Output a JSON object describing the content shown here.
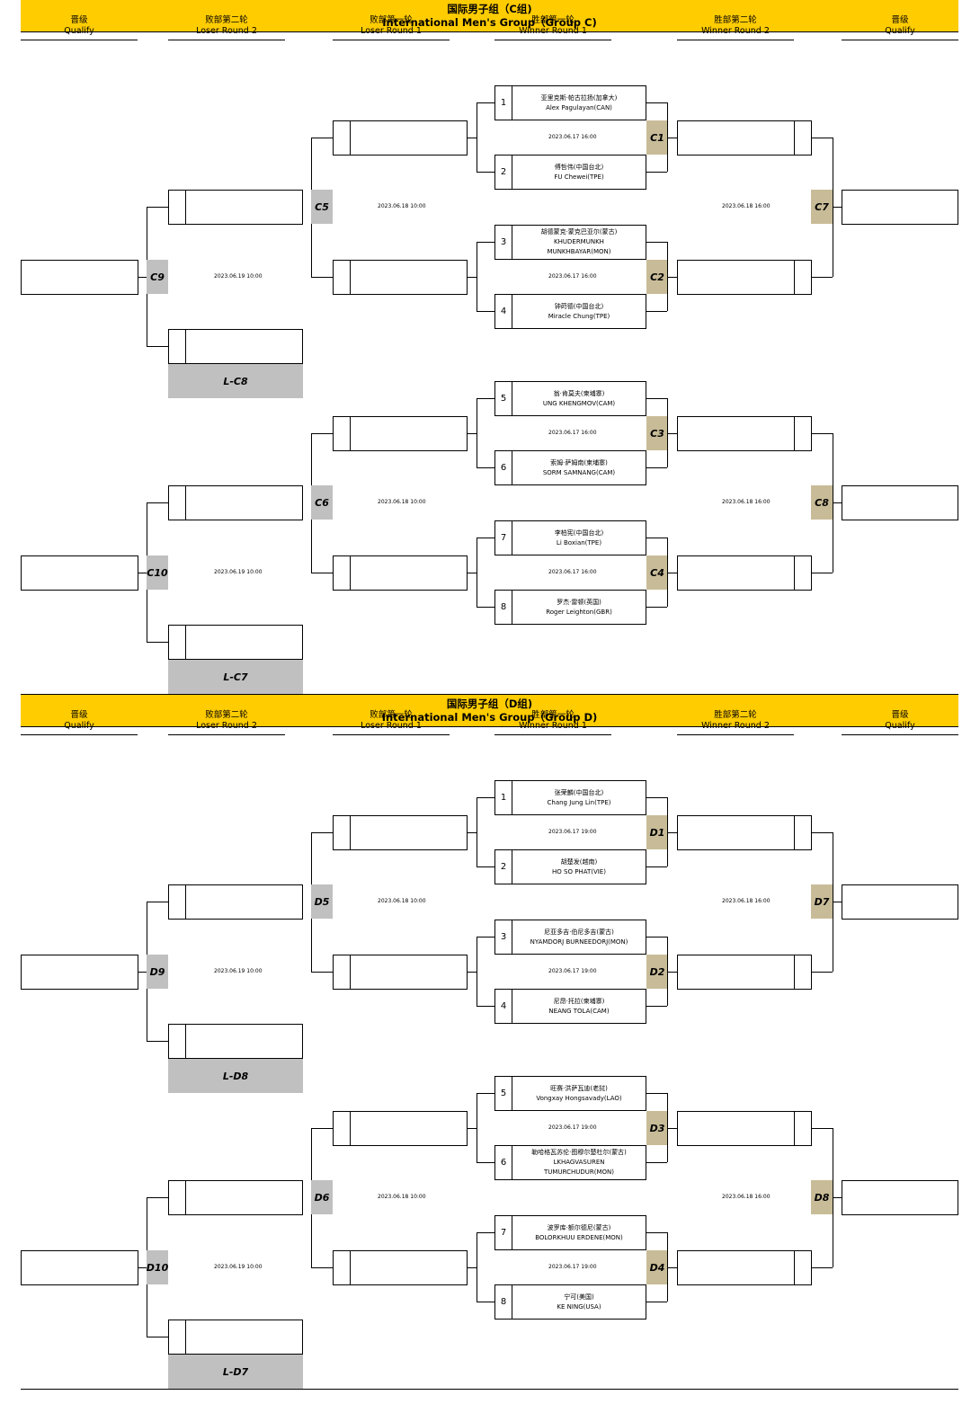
{
  "groupC": {
    "title_cn": "国际男子组（C组)",
    "title_en": "International Men's Group（Group C)",
    "columns": [
      {
        "cn": "晋级",
        "en": "Qualify"
      },
      {
        "cn": "败部第二轮",
        "en": "Loser Round 2"
      },
      {
        "cn": "败部第一轮",
        "en": "Loser Round 1"
      },
      {
        "cn": "胜部第一轮",
        "en": "Winner Round 1"
      },
      {
        "cn": "胜部第二轮",
        "en": "Winner Round 2"
      },
      {
        "cn": "晋级",
        "en": "Qualify"
      }
    ],
    "players": [
      {
        "seed": "1",
        "lines": [
          "亚里克斯·帕古拉扬(加拿大)",
          "Alex Pagulayan(CAN)"
        ]
      },
      {
        "seed": "2",
        "lines": [
          "傅哲伟(中国台北)",
          "FU Chewei(TPE)"
        ]
      },
      {
        "seed": "3",
        "lines": [
          "胡德蒙克·蒙克巴亚尔(蒙古)",
          "KHUDERMUNKH",
          "MUNKHBAYAR(MON)"
        ]
      },
      {
        "seed": "4",
        "lines": [
          "钟莳德(中国台北)",
          "Miracle Chung(TPE)"
        ]
      },
      {
        "seed": "5",
        "lines": [
          "翁·肯莫夫(柬埔寨)",
          "UNG KHENGMOV(CAM)"
        ]
      },
      {
        "seed": "6",
        "lines": [
          "索姆·萨姆南(柬埔寨)",
          "SORM SAMNANG(CAM)"
        ]
      },
      {
        "seed": "7",
        "lines": [
          "李柏宪(中国台北)",
          "Li Boxian(TPE)"
        ]
      },
      {
        "seed": "8",
        "lines": [
          "罗杰·雷顿(英国)",
          "Roger Leighton(GBR)"
        ]
      }
    ],
    "matches": {
      "w1": [
        "C1",
        "C2",
        "C3",
        "C4"
      ],
      "w2": [
        "C7",
        "C8"
      ],
      "l1": [
        "C5",
        "C6"
      ],
      "l2": [
        "C9",
        "C10"
      ]
    },
    "losers": [
      "L-C8",
      "L-C7"
    ],
    "times": {
      "w1": "2023.06.17 16:00",
      "l1": "2023.06.18 10:00",
      "w2": "2023.06.18 16:00",
      "l2": "2023.06.19 10:00"
    }
  },
  "groupD": {
    "title_cn": "国际男子组（D组)",
    "title_en": "International Men's Group（Group D)",
    "columns": [
      {
        "cn": "晋级",
        "en": "Qualify"
      },
      {
        "cn": "败部第二轮",
        "en": "Loser Round 2"
      },
      {
        "cn": "败部第一轮",
        "en": "Loser Round 1"
      },
      {
        "cn": "胜部第一轮",
        "en": "Winner Round 1"
      },
      {
        "cn": "胜部第二轮",
        "en": "Winner Round 2"
      },
      {
        "cn": "晋级",
        "en": "Qualify"
      }
    ],
    "players": [
      {
        "seed": "1",
        "lines": [
          "张荣麟(中国台北)",
          "Chang Jung Lin(TPE)"
        ]
      },
      {
        "seed": "2",
        "lines": [
          "胡楚发(越南)",
          "HO SO PHAT(VIE)"
        ]
      },
      {
        "seed": "3",
        "lines": [
          "尼亚多吉·伯尼多吉(蒙古)",
          "NYAMDORJ BURNEEDORJ(MON)"
        ]
      },
      {
        "seed": "4",
        "lines": [
          "尼昂·托拉(柬埔寨)",
          "NEANG TOLA(CAM)"
        ]
      },
      {
        "seed": "5",
        "lines": [
          "旺赛·洪萨瓦迪(老挝)",
          "Vongxay Hongsavady(LAO)"
        ]
      },
      {
        "seed": "6",
        "lines": [
          "勒哈格瓦苏伦·图穆尔楚杜尔(蒙古)",
          "LKHAGVASUREN",
          "TUMURCHUDUR(MON)"
        ]
      },
      {
        "seed": "7",
        "lines": [
          "波罗库·额尔德尼(蒙古)",
          "BOLORKHUU ERDENE(MON)"
        ]
      },
      {
        "seed": "8",
        "lines": [
          "宁可(美国)",
          "KE NING(USA)"
        ]
      }
    ],
    "matches": {
      "w1": [
        "D1",
        "D2",
        "D3",
        "D4"
      ],
      "w2": [
        "D7",
        "D8"
      ],
      "l1": [
        "D5",
        "D6"
      ],
      "l2": [
        "D9",
        "D10"
      ]
    },
    "losers": [
      "L-D8",
      "L-D7"
    ],
    "times": {
      "w1": "2023.06.17 19:00",
      "l1": "2023.06.18 10:00",
      "w2": "2023.06.18 16:00",
      "l2": "2023.06.19 10:00"
    }
  }
}
